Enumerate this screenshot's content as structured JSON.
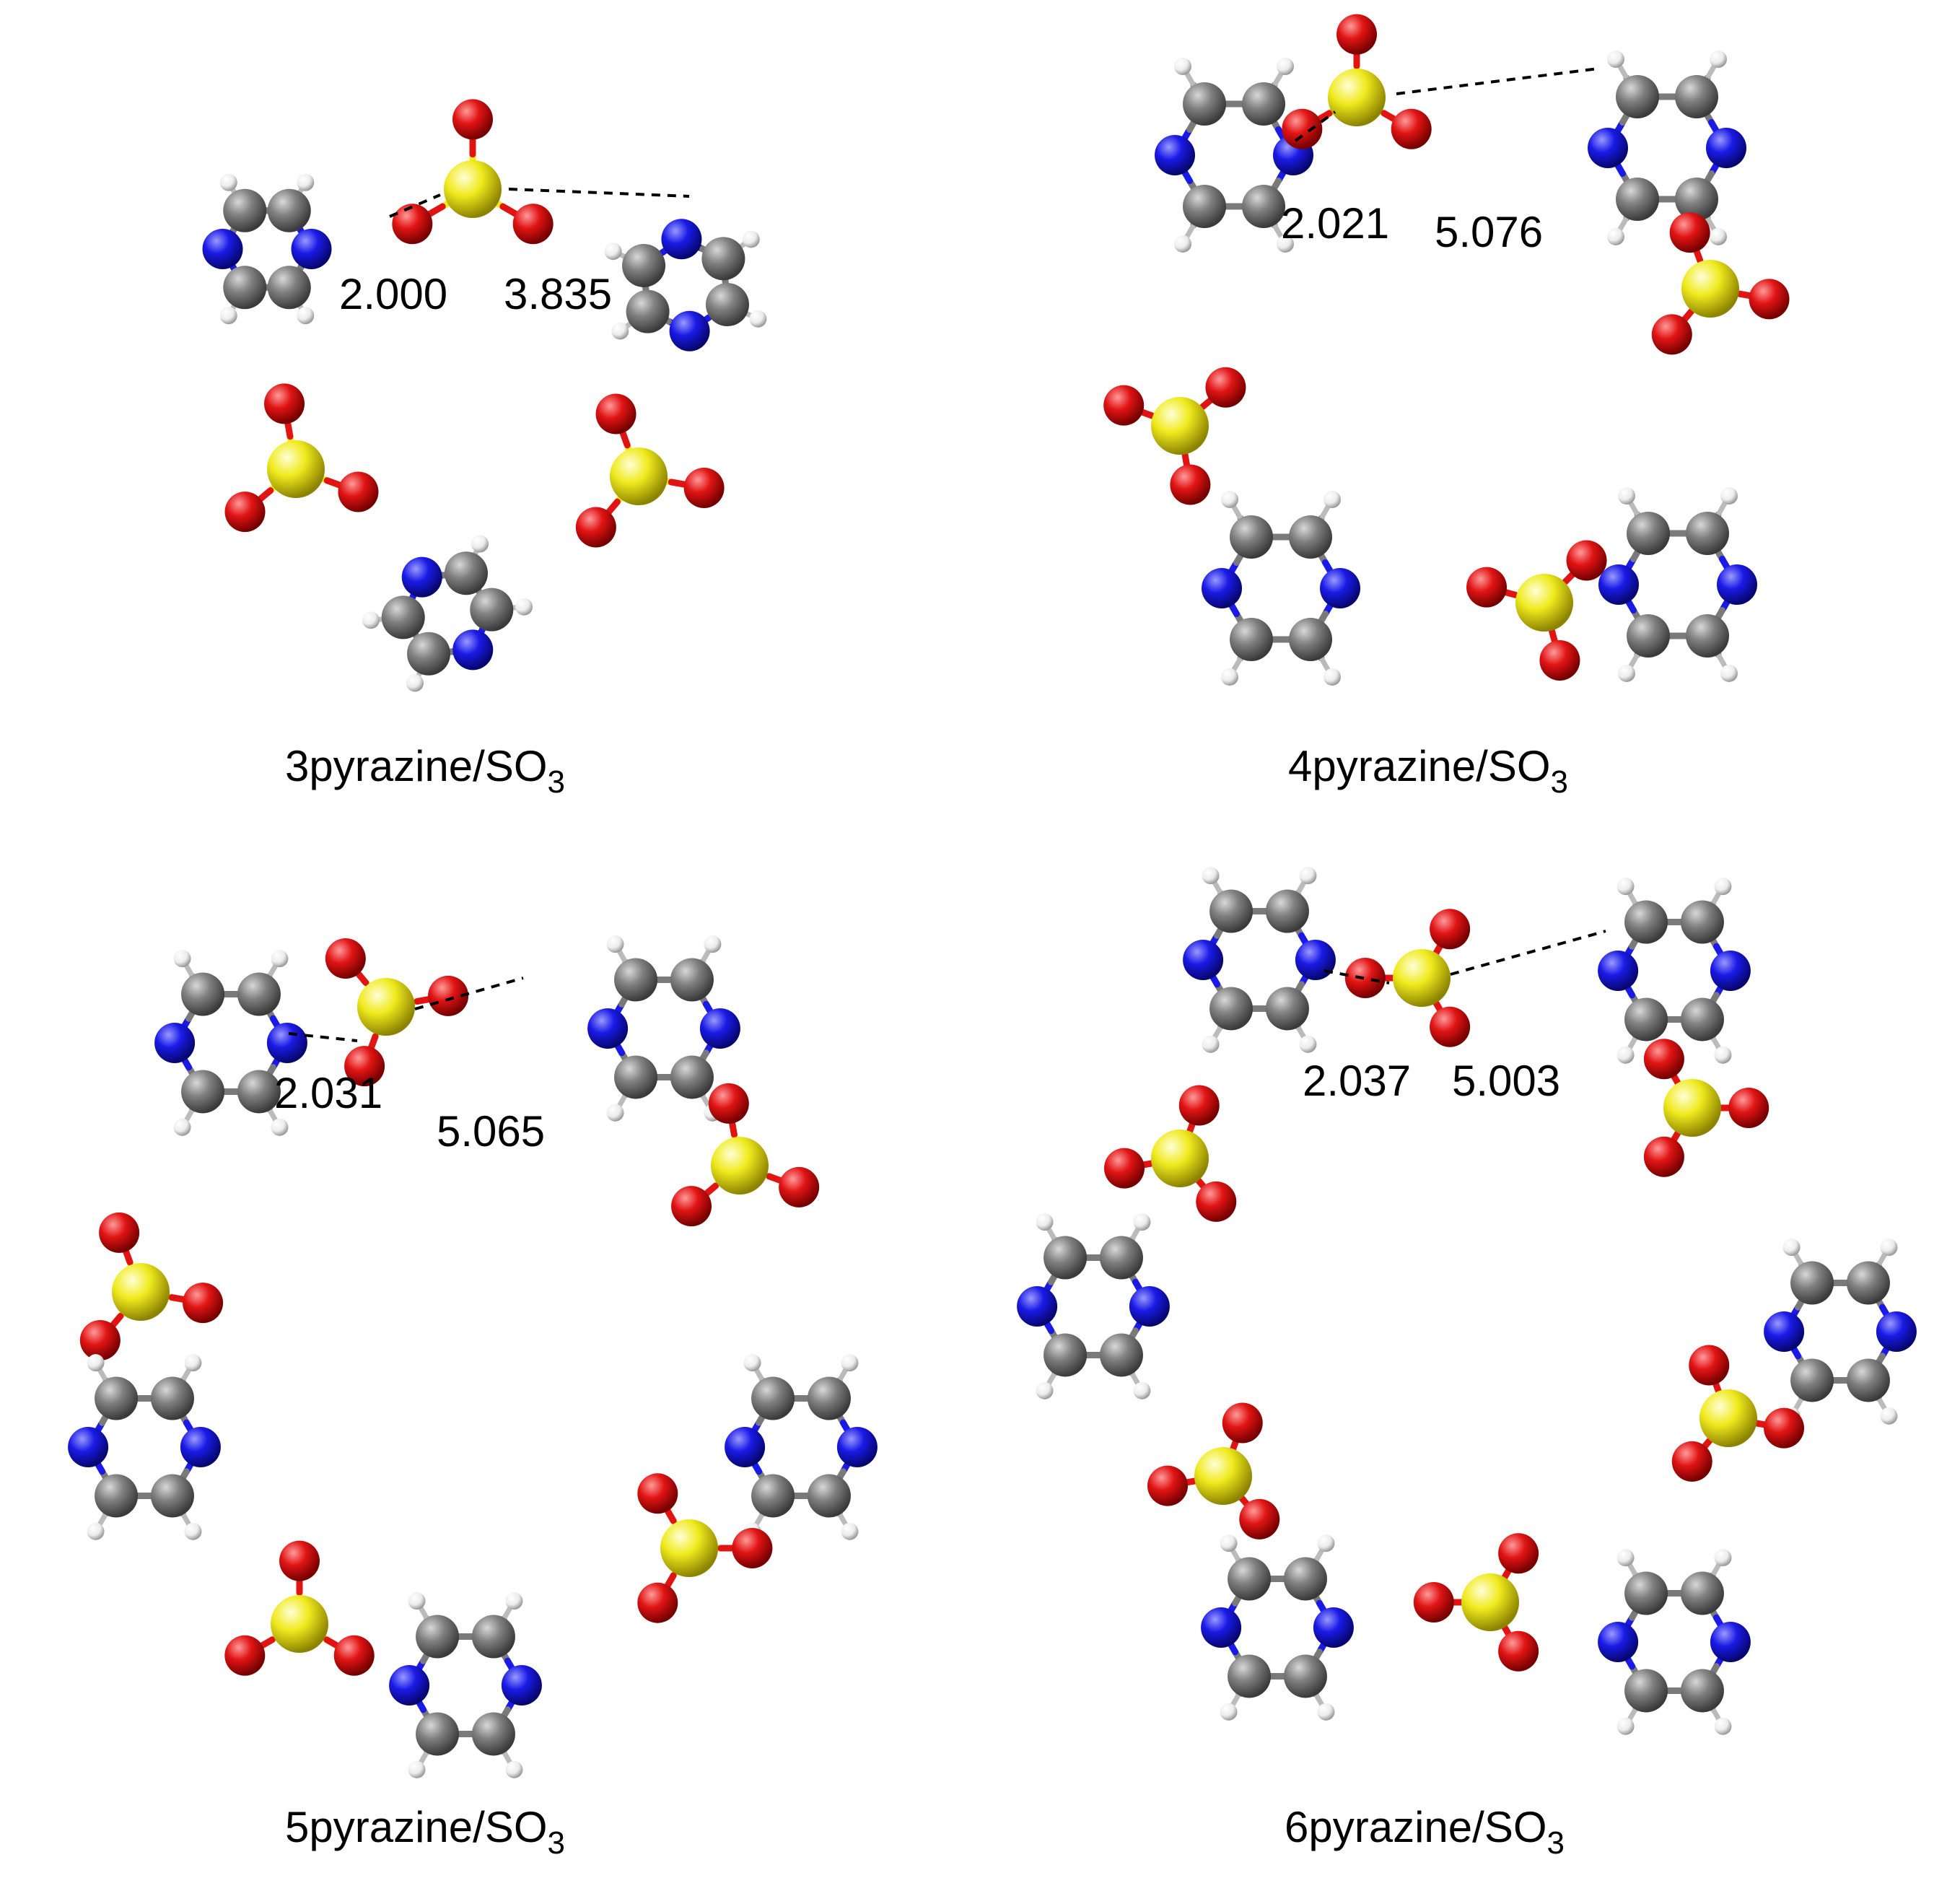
{
  "colors": {
    "background": "#ffffff",
    "carbon": "#7a7a7a",
    "nitrogen": "#1a1ae6",
    "oxygen": "#e11414",
    "sulfur": "#f0ea1e",
    "hydrogen": "#f2f2f2",
    "contact_line": "#000000"
  },
  "panels": [
    {
      "caption": {
        "formula": "3pyrazine/SO",
        "subscript": "3"
      },
      "distances": [
        "2.000",
        "3.835"
      ]
    },
    {
      "caption": {
        "formula": "4pyrazine/SO",
        "subscript": "3"
      },
      "distances": [
        "2.021",
        "5.076"
      ]
    },
    {
      "caption": {
        "formula": "5pyrazine/SO",
        "subscript": "3"
      },
      "distances": [
        "2.031",
        "5.065"
      ]
    },
    {
      "caption": {
        "formula": "6pyrazine/SO",
        "subscript": "3"
      },
      "distances": [
        "2.037",
        "5.003"
      ]
    }
  ]
}
